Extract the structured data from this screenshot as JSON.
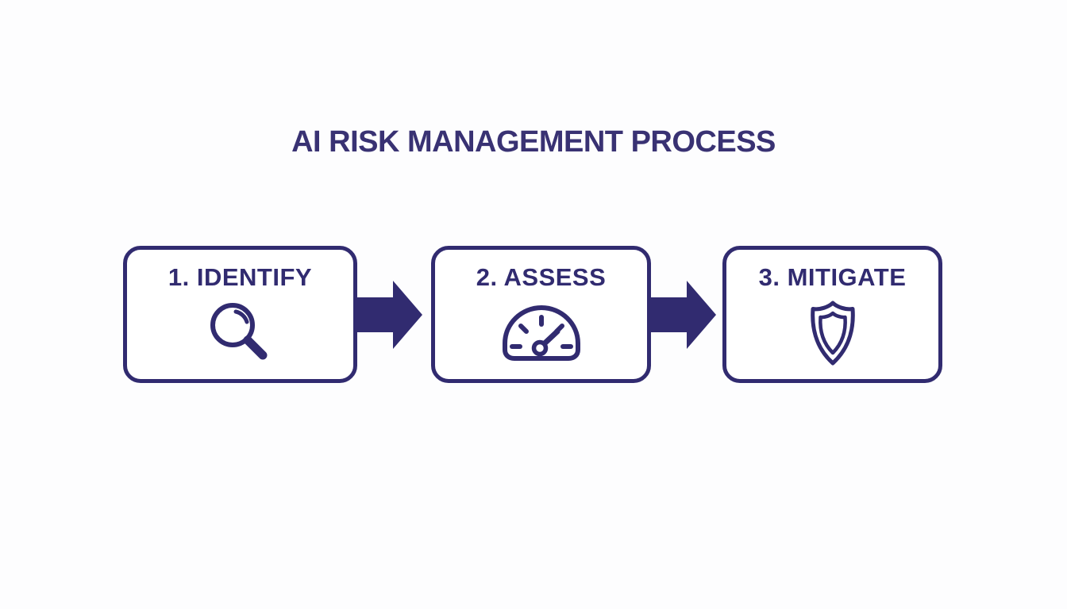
{
  "colors": {
    "accent": "#312b70",
    "title": "#393273",
    "background": "#fdfdfe",
    "box_fill": "#ffffff"
  },
  "title": "AI RISK MANAGEMENT PROCESS",
  "steps": [
    {
      "label": "1. IDENTIFY",
      "icon": "magnifier-icon"
    },
    {
      "label": "2. ASSESS",
      "icon": "gauge-icon"
    },
    {
      "label": "3. MITIGATE",
      "icon": "shield-icon"
    }
  ]
}
